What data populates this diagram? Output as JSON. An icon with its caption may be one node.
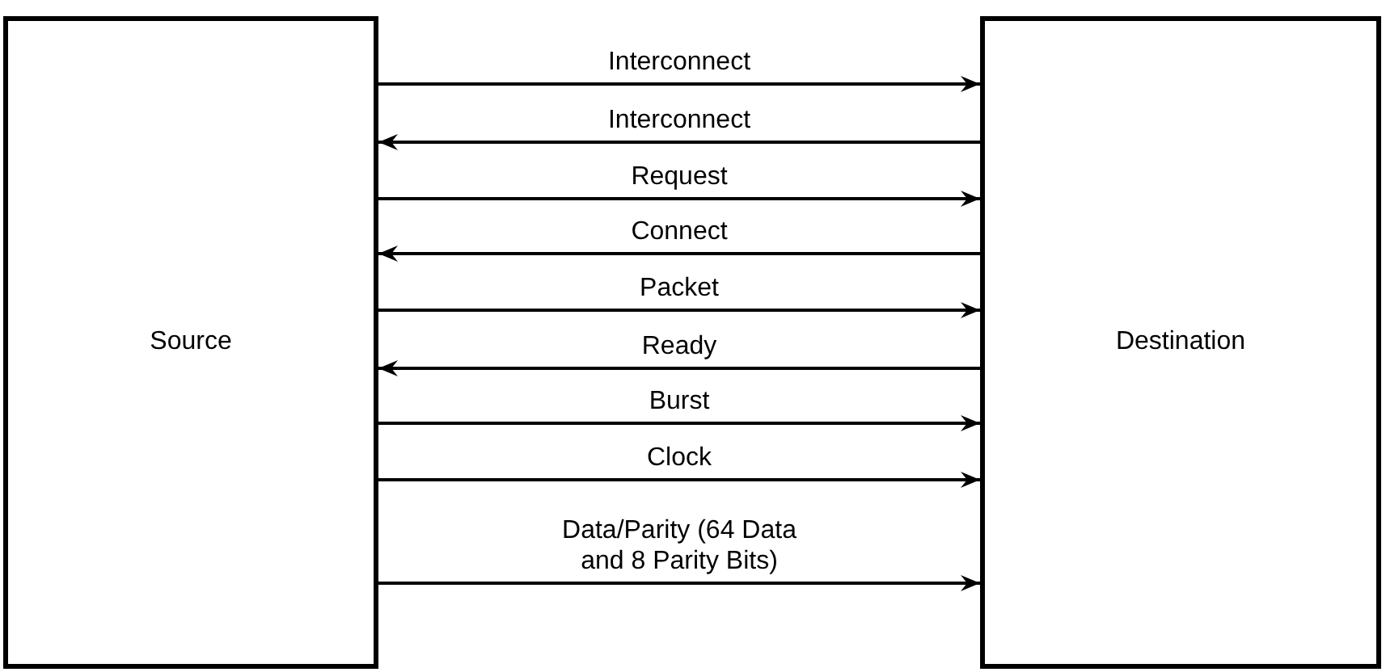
{
  "diagram": {
    "nodes": [
      {
        "text": [
          "Source"
        ]
      },
      {
        "text": [
          "Destination"
        ]
      }
    ],
    "edges": [
      {
        "from": 0,
        "to": 1,
        "arrow": "to",
        "label": "Interconnect"
      },
      {
        "from": 1,
        "to": 0,
        "arrow": "to",
        "label": "Interconnect"
      },
      {
        "from": 0,
        "to": 1,
        "arrow": "to",
        "label": "Request"
      },
      {
        "from": 1,
        "to": 0,
        "arrow": "to",
        "label": "Connect"
      },
      {
        "from": 0,
        "to": 1,
        "arrow": "to",
        "label": "Packet"
      },
      {
        "from": 1,
        "to": 0,
        "arrow": "to",
        "label": "Ready"
      },
      {
        "from": 0,
        "to": 1,
        "arrow": "to",
        "label": "Burst"
      },
      {
        "from": 0,
        "to": 1,
        "arrow": "to",
        "label": "Clock"
      },
      {
        "from": 0,
        "to": 1,
        "arrow": "to",
        "label": "Data/Parity (64 Data and 8 Parity Bits)"
      }
    ]
  }
}
